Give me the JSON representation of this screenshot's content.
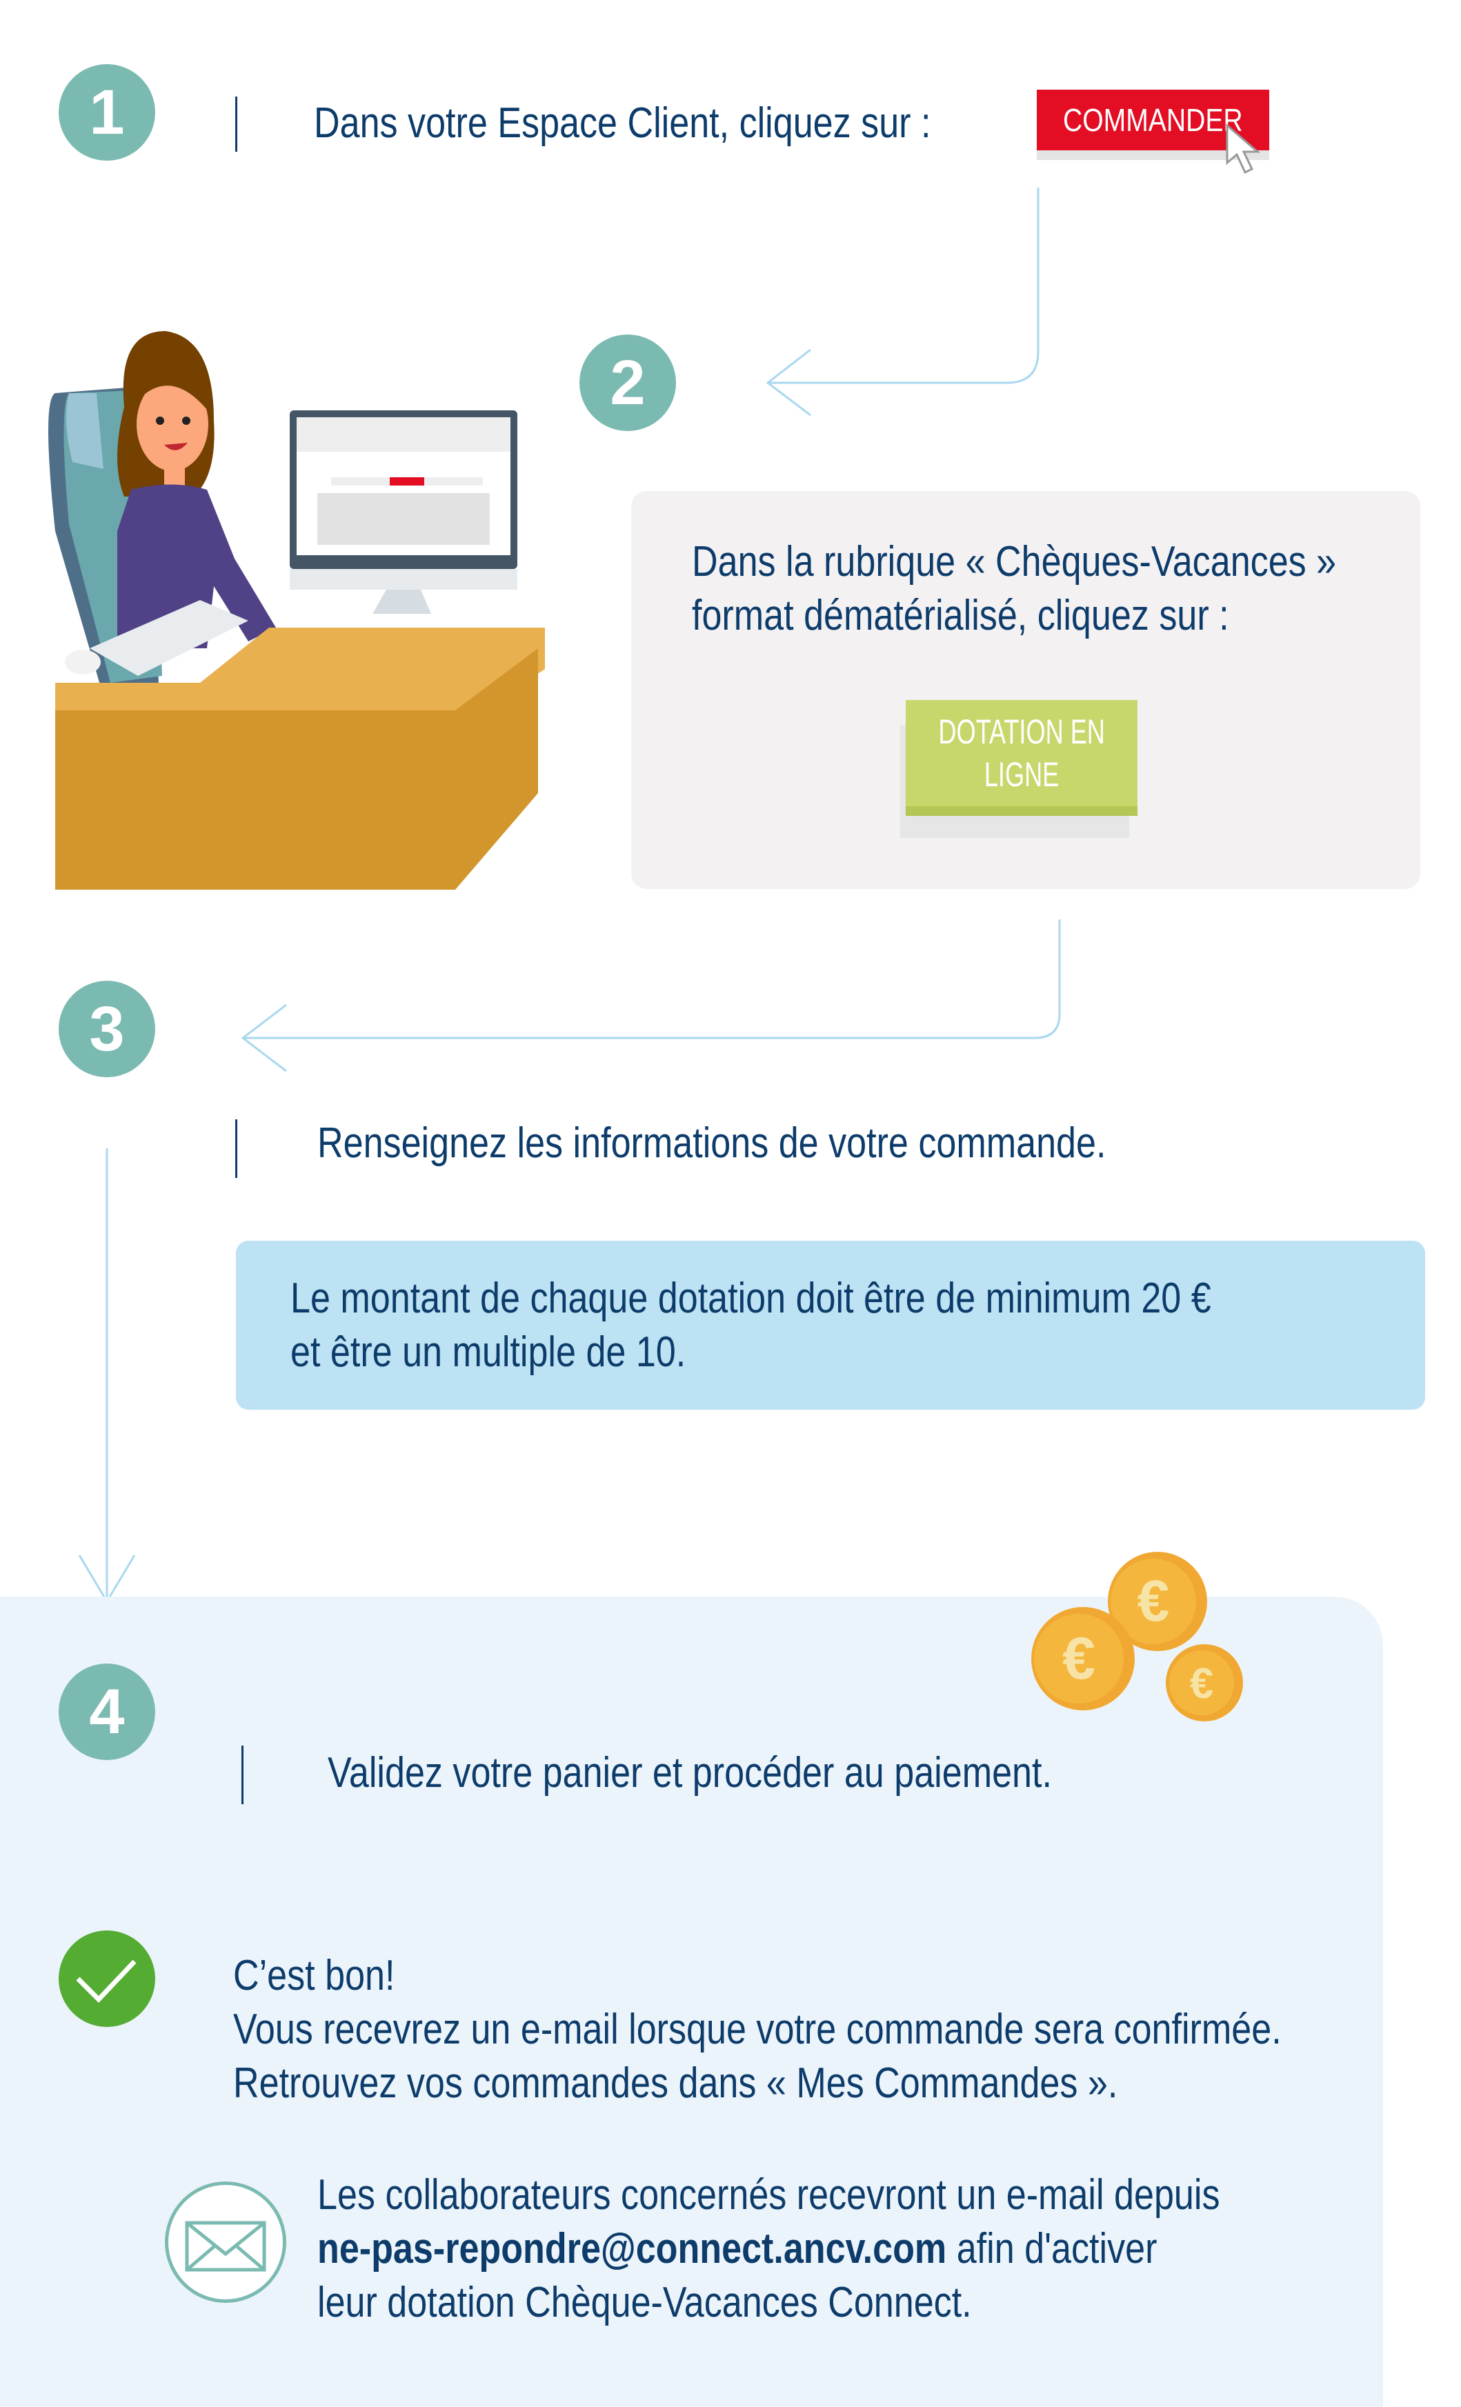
{
  "steps": [
    {
      "number": "1",
      "text": "Dans votre Espace Client, cliquez sur :",
      "button": "COMMANDER"
    },
    {
      "number": "2",
      "text_lines": [
        "Dans la rubrique « Chèques-Vacances »",
        "format dématérialisé, cliquez sur :"
      ],
      "button_lines": [
        "DOTATION EN",
        "LIGNE"
      ]
    },
    {
      "number": "3",
      "text": "Renseignez les informations de votre commande.",
      "note_lines": [
        "Le montant de chaque dotation doit être de minimum 20 €",
        "et être un multiple de 10."
      ]
    },
    {
      "number": "4",
      "text": "Validez votre panier et procéder au paiement."
    }
  ],
  "success": {
    "lines": [
      "C’est bon!",
      "Vous recevrez un e-mail lorsque votre commande sera confirmée.",
      "Retrouvez vos commandes dans « Mes Commandes »."
    ]
  },
  "email_note": {
    "line1": "Les collaborateurs concernés recevront un e-mail depuis",
    "email": "ne-pas-repondre@connect.ancv.com",
    "line2_rest": " afin d'activer",
    "line3": "leur dotation Chèque-Vacances Connect."
  },
  "colors": {
    "teal": "#7bbab0",
    "navy": "#0d3c6b",
    "red": "#e30d24",
    "green_button": "#c9d66c",
    "success_green": "#55ac33",
    "note_blue": "#bde2f3",
    "panel_blue": "#ecf4fb"
  }
}
